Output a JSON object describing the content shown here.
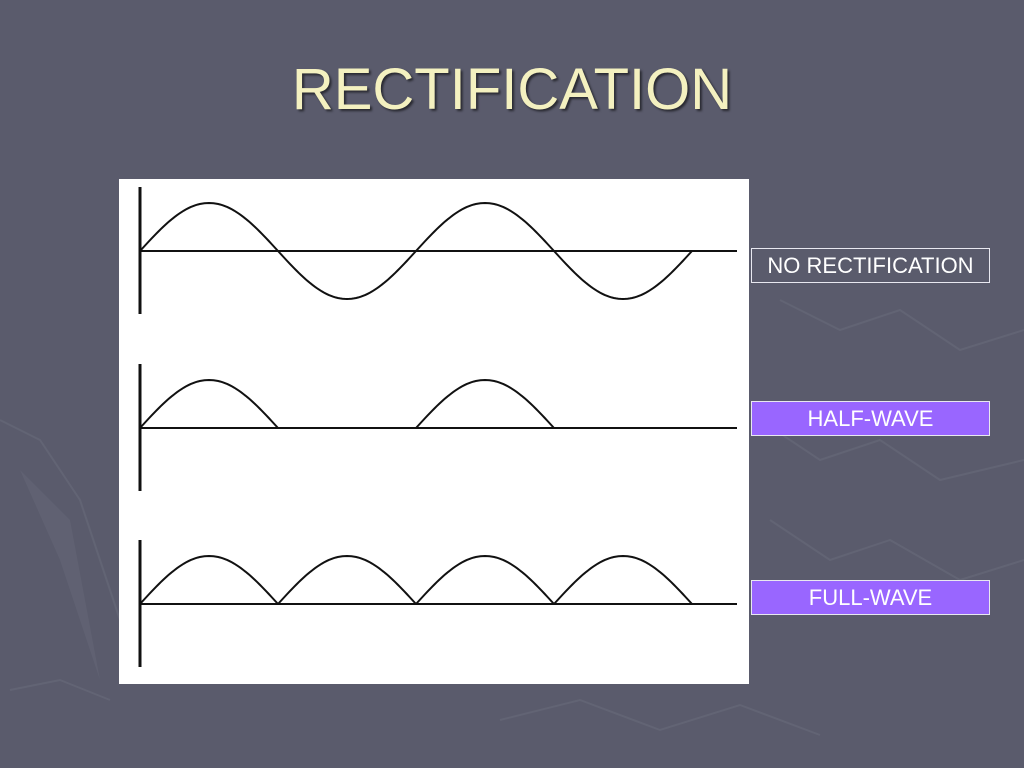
{
  "slide": {
    "title": "RECTIFICATION"
  },
  "labels": {
    "none": "NO RECTIFICATION",
    "half": "HALF-WAVE",
    "full": "FULL-WAVE"
  },
  "colors": {
    "background": "#5a5b6c",
    "title": "#f4f1c0",
    "label_accent": "#9966ff",
    "panel": "#ffffff",
    "stroke": "#111111"
  },
  "waveforms": [
    {
      "id": "none",
      "mode": "none",
      "half_cycles": 4
    },
    {
      "id": "half",
      "mode": "half",
      "half_cycles": 4
    },
    {
      "id": "full",
      "mode": "full",
      "half_cycles": 4
    }
  ]
}
